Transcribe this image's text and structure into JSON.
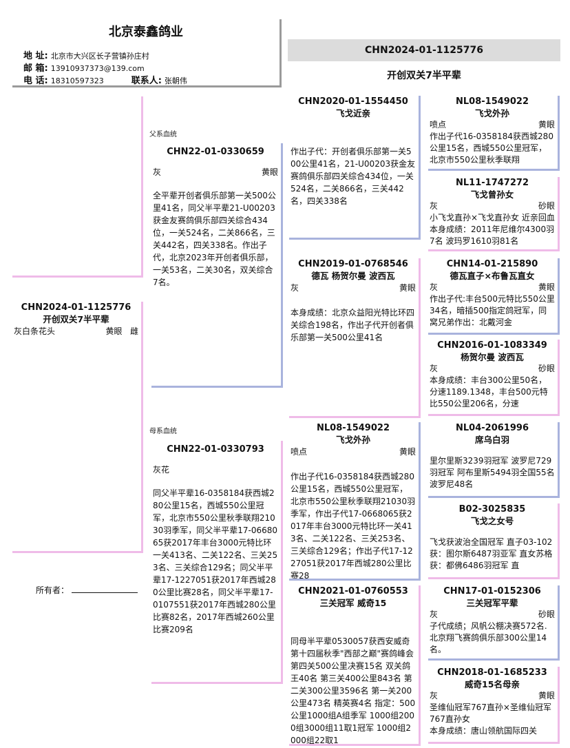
{
  "header": {
    "company": "北京泰鑫鸽业",
    "address_label": "地 址:",
    "address": "北京市大兴区长子营镇孙庄村",
    "email_label": "邮 箱:",
    "email": "13910937373@139.com",
    "phone_label": "电 话:",
    "phone": "18310597323",
    "contact_label": "联系人:",
    "contact": "张朝伟"
  },
  "subject": {
    "ring": "CHN2024-01-1125776",
    "name": "开创双关7半平辈",
    "color": "灰白条花头",
    "eye": "黄眼",
    "sex": "雌"
  },
  "owner_label": "所有者：",
  "sections": {
    "sire": "父系血统",
    "dam": "母系血统"
  },
  "sire": {
    "ring": "CHN22-01-0330659",
    "color": "灰",
    "eye": "黄眼",
    "desc": "全平辈开创者俱乐部第一关500公里41名，同父半平辈21-U00203获金友赛鸽俱乐部四关综合434位，一关524名，二关866名，三关442名，四关338名。作出子代，北京2023年开创者俱乐部，一关53名，二关30名，双关综合7名。"
  },
  "dam": {
    "ring": "CHN22-01-0330793",
    "color": "灰花",
    "desc": "同父半平辈16-0358184获西城280公里15名，西城550公里冠军，北京市550公里秋季联翔21030羽季军，同父半平辈17-0668065获2017年丰台3000元特比环一关413名、二关122名、三关253名、三关综合129名；同父半平辈17-1227051获2017年西城280公里比赛28名，同父半平辈17-0107551获2017年西城280公里比赛82名，2017年西城260公里比赛209名"
  },
  "gen3": [
    {
      "ring": "CHN2020-01-1554450",
      "name": "飞戈近亲",
      "desc": "作出子代：开创者俱乐部第一关500公里41名，21-U00203获金友赛鸽俱乐部四关综合434位，一关524名，二关866名，三关442名，四关338名"
    },
    {
      "ring": "CHN2019-01-0768546",
      "name": "德瓦 杨贺尔曼 波西瓦",
      "color": "灰",
      "eye": "黄眼",
      "desc": "本身成绩：北京众益阳光特比环四关综合198名，作出子代开创者俱乐部第一关500公里41名"
    },
    {
      "ring": "NL08-1549022",
      "name": "飞戈外孙",
      "color": "喷点",
      "eye": "黄眼",
      "desc": "作出子代16-0358184获西城280公里15名，西城550公里冠军，北京市550公里秋季联翔21030羽季军，作出子代17-0668065获2017年丰台3000元特比环一关413名、二关122名、三关253名、三关综合129名；作出子代17-1227051获2017年西城280公里比赛28"
    },
    {
      "ring": "CHN2021-01-0760553",
      "name": "三关冠军 威奇15",
      "desc": "同母半平辈0530057获西安威奇第十四届秋季\"西部之巅\"赛鸽峰会第四关500公里决赛15名 双关鸽王40名 第三关400公里843名 第二关300公里3596名 第一关200公里473名 精英赛4名 指定：500公里1000组A组季军 1000组2000组3000组11取1冠军 1000组2000组22取1"
    }
  ],
  "gen4": [
    {
      "ring": "NL08-1549022",
      "name": "飞戈外孙",
      "color": "喷点",
      "eye": "黄眼",
      "desc": "作出子代16-0358184获西城280公里15名，西城550公里冠军，北京市550公里秋季联翔"
    },
    {
      "ring": "NL11-1747272",
      "name": "飞戈曾孙女",
      "color": "灰",
      "eye": "砂眼",
      "desc": "小飞戈直孙×飞戈直孙女 近亲回血 本身成绩：2011年尼维尔4300羽7名 波玛罗1610羽81名"
    },
    {
      "ring": "CHN14-01-215890",
      "name": "德瓦直子×布鲁瓦直女",
      "color": "灰",
      "eye": "黄眼",
      "desc": "作出子代:丰台500元特比550公里34名，暗插500指定鸽冠军，同窝兄弟作出：北戴河金"
    },
    {
      "ring": "CHN2016-01-1083349",
      "name": "杨贺尔曼 波西瓦",
      "color": "灰",
      "eye": "砂眼",
      "desc": "本身成绩：丰台300公里50名，分速1189.1348，丰台500元特比550公里206名，分速"
    },
    {
      "ring": "NL04-2061996",
      "name": "席乌白羽",
      "desc": "里尔里斯3239羽冠军 波罗尼729羽冠军 阿布里斯5494羽全国55名 波罗尼48名"
    },
    {
      "ring": "B02-3025835",
      "name": "飞戈之女号",
      "desc": "飞戈获波治全国冠军 直子03-102获：图尔斯6487羽亚军 直女苏格获：都佛6486羽冠军 直"
    },
    {
      "ring": "CHN17-01-0152306",
      "name": "三关冠军平辈",
      "color": "灰",
      "eye": "砂眼",
      "desc": "子代成绩；风帆公棚决赛572名.北京翔飞赛鸽俱乐部300公里14名。"
    },
    {
      "ring": "CHN2018-01-1685233",
      "name": "威奇15名母亲",
      "color": "灰",
      "eye": "黄眼",
      "desc": "圣维仙冠军767直孙×圣维仙冠军767直孙女\n本身成绩：唐山领航国际四关"
    }
  ],
  "colors": {
    "male_line": "#a9b3dd",
    "female_line": "#efbbe8",
    "header_bar": "#dcdcdc"
  }
}
